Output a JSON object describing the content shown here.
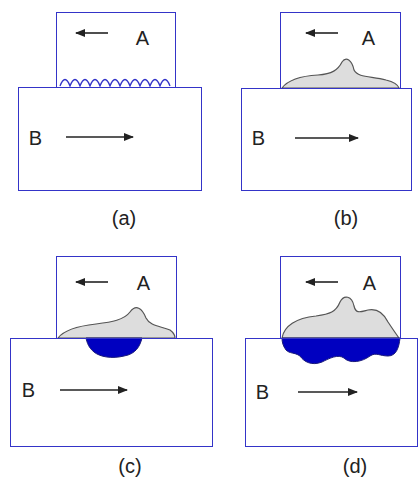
{
  "diagram": {
    "nodes": [
      {
        "text": [
          "A"
        ]
      },
      {
        "text": [
          "B"
        ]
      },
      {
        "text": [
          "A"
        ]
      },
      {
        "text": [
          "B"
        ]
      },
      {
        "text": [
          "A"
        ]
      },
      {
        "text": [
          "B"
        ]
      },
      {
        "text": [
          "A"
        ]
      },
      {
        "text": [
          "B"
        ]
      }
    ],
    "labels": [
      "(a)",
      "(b)",
      "(c)",
      "(d)"
    ]
  }
}
